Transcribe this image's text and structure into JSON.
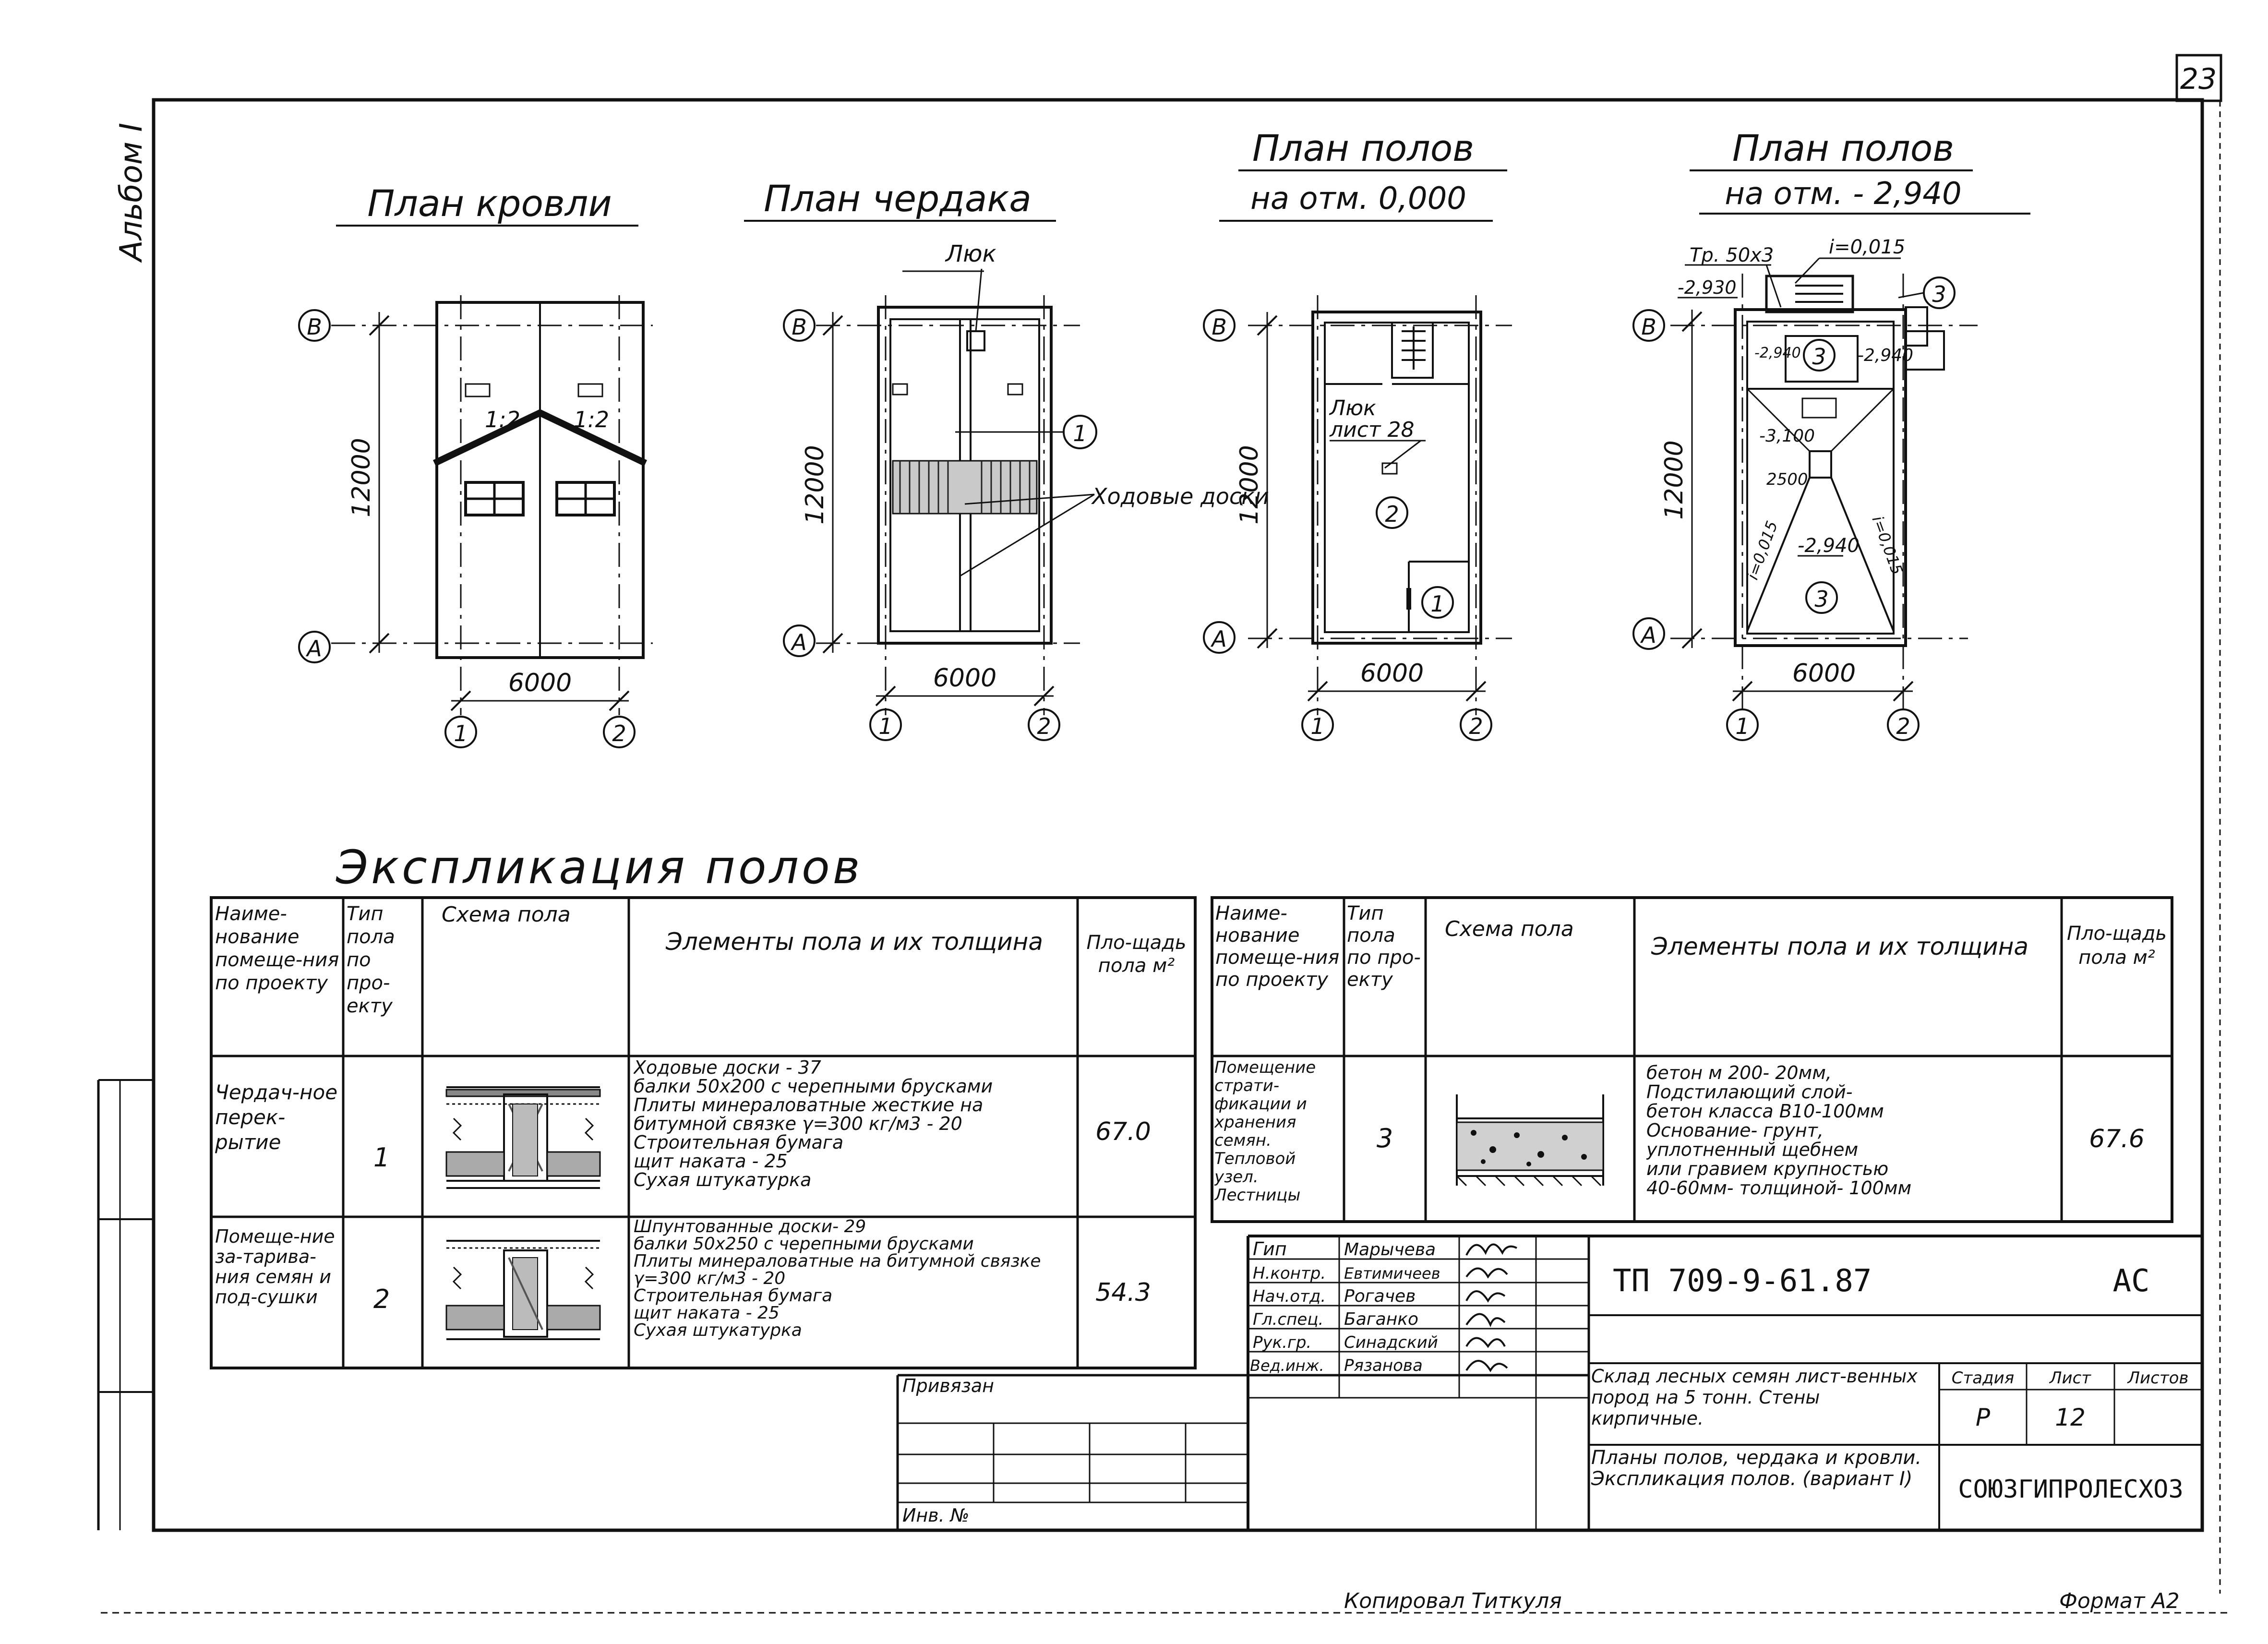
{
  "sheet": {
    "number": "23",
    "album": "Альбом I",
    "copied": "Копировал Титкуля",
    "format": "Формат А2"
  },
  "plans": [
    {
      "title": "План кровли",
      "subtitle": "",
      "width": "6000",
      "length": "12000",
      "slope_left": "1:2",
      "slope_right": "1:2"
    },
    {
      "title": "План чердака",
      "subtitle": "",
      "width": "6000",
      "length": "12000",
      "hatch": "Люк",
      "boards": "Ходовые доски",
      "marker": "1"
    },
    {
      "title": "План полов",
      "subtitle": "на отм. 0,000",
      "width": "6000",
      "length": "12000",
      "hatch": "Люк",
      "hatch_ref": "лист 28",
      "markers": [
        "2",
        "1"
      ]
    },
    {
      "title": "План полов",
      "subtitle": "на отм. - 2,940",
      "width": "6000",
      "length": "12000",
      "pipe": "Тр. 50х3",
      "slope": "i=0,015",
      "marks": [
        "-2,930",
        "-2,940",
        "-2,940",
        "-3,100",
        "2500",
        "-2,940"
      ],
      "slope_l": "i=0,015",
      "slope_r": "i=0,015",
      "markers": [
        "3",
        "3",
        "3"
      ]
    }
  ],
  "axes": {
    "a": "А",
    "b": "В",
    "one": "1",
    "two": "2"
  },
  "explication": {
    "title": "Экспликация полов",
    "headers": {
      "name": "Наиме-нование помеще-ния по проекту",
      "type": "Тип пола по про-екту",
      "scheme": "Схема пола",
      "elements": "Элементы пола и их толщина",
      "area": "Пло-щадь пола м²"
    },
    "rows_left": [
      {
        "name": "Чердач-ное перек-рытие",
        "type": "1",
        "elements": [
          "Ходовые доски - 37",
          "балки 50х200 с черепными брусками",
          "Плиты минераловатные жесткие на битумной связке γ=300 кг/м3 - 20",
          "Строительная бумага",
          "щит наката - 25",
          "Сухая штукатурка"
        ],
        "area": "67.0"
      },
      {
        "name": "Помеще-ние за-тарива-ния семян и под-сушки",
        "type": "2",
        "elements": [
          "Шпунтованные доски- 29",
          "балки 50х250 с черепными брусками",
          "Плиты минераловатные на битумной связке γ=300 кг/м3 - 20",
          "Строительная бумага",
          "щит наката - 25",
          "Сухая штукатурка"
        ],
        "area": "54.3"
      }
    ],
    "rows_right": [
      {
        "name": "Помещение страти-фикации и хранения семян. Тепловой узел. Лестницы",
        "type": "3",
        "elements": [
          "бетон м 200- 20мм,",
          "Подстилающий слой-",
          "бетон класса В10-100мм",
          "Основание- грунт,",
          "уплотненный щебнем",
          "или гравием крупностью",
          "40-60мм- толщиной- 100мм"
        ],
        "area": "67.6"
      }
    ]
  },
  "stamp": {
    "roles": [
      "Гип",
      "Н.контр.",
      "Нач.отд.",
      "Гл.спец.",
      "Рук.гр.",
      "Вед.инж."
    ],
    "names": [
      "Марычева",
      "Евтимичеев",
      "Рогачев",
      "Баганко",
      "Синадский",
      "Рязанова"
    ],
    "code": "ТП 709-9-61.87",
    "mark": "АС",
    "project": "Склад лесных семян лист-венных пород на 5 тонн. Стены кирпичные.",
    "sheet_title": "Планы полов, чердака и кровли. Экспликация полов. (вариант I)",
    "stage_label": "Стадия",
    "sheet_label": "Лист",
    "sheets_label": "Листов",
    "stage": "Р",
    "sheet_no": "12",
    "org": "СОЮЗГИПРОЛЕСХОЗ",
    "bound": "Привязан",
    "inv": "Инв. №"
  }
}
